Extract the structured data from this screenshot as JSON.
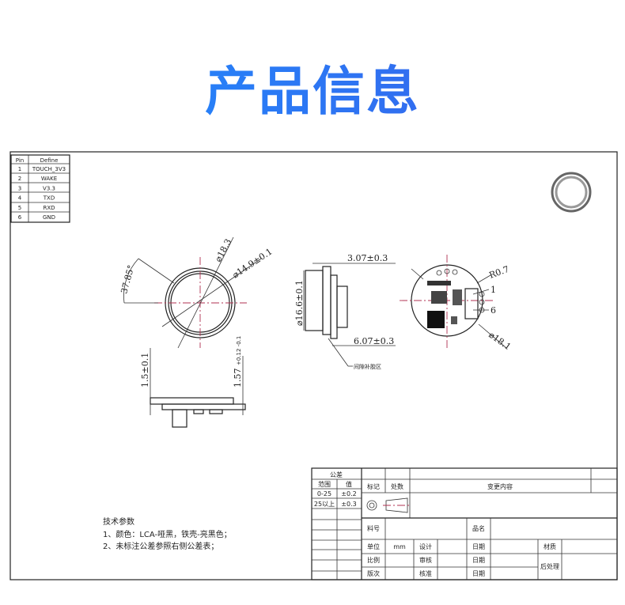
{
  "title": "产品信息",
  "pin_table": {
    "headers": [
      "Pin",
      "Define"
    ],
    "rows": [
      [
        "1",
        "TOUCH_3V3"
      ],
      [
        "2",
        "WAKE"
      ],
      [
        "3",
        "V3.3"
      ],
      [
        "4",
        "TXD"
      ],
      [
        "5",
        "RXD"
      ],
      [
        "6",
        "GND"
      ]
    ]
  },
  "dimensions": {
    "angle": "37.85°",
    "outer_dia": "⌀18.3",
    "inner_dia": "⌀14.9±0.1",
    "side_thickness": "3.07±0.3",
    "side_dia": "⌀16.6±0.1",
    "side_total": "6.07±0.3",
    "glue_area": "间隙补胶区",
    "radius": "R0.7",
    "pin1": "1",
    "pin6": "6",
    "pcb_dia": "⌀18.1",
    "bottom_left": "1.5±0.1",
    "bottom_right": "1.57",
    "bottom_right_tol": "+0.12 -0.1"
  },
  "notes": {
    "heading": "技术参数",
    "lines": [
      "1、颜色：LCA-哑黑，铁壳-亮黑色；",
      "2、未标注公差参照右侧公差表；"
    ]
  },
  "title_block": {
    "tolerance": "公差",
    "range": "范围",
    "value": "值",
    "tol_rows": [
      [
        "0-25",
        "±0.2"
      ],
      [
        "25以上",
        "±0.3"
      ]
    ],
    "mark": "标记",
    "count": "处数",
    "change": "变更内容",
    "part_no": "料号",
    "product_name": "品名",
    "unit": "单位",
    "unit_value": "mm",
    "design": "设计",
    "date": "日期",
    "material": "材质",
    "scale": "比例",
    "review": "审核",
    "post_process": "后处理",
    "version": "版次",
    "approve": "核准"
  }
}
